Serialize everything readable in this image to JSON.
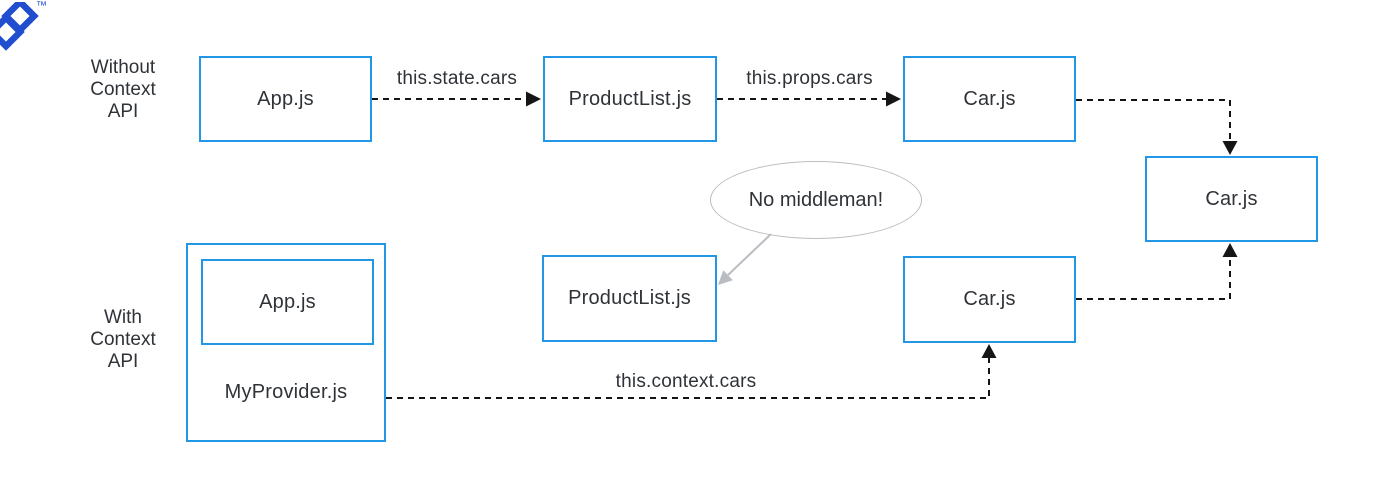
{
  "colors": {
    "box_border": "#2297e5",
    "arrow_black": "#151515",
    "text": "#2f3338",
    "callout_gray": "#b9bdc1",
    "logo_blue": "#204ecf"
  },
  "logo": {
    "trademark": "™"
  },
  "sections": {
    "without": {
      "label": "Without\nContext\nAPI"
    },
    "with": {
      "label": "With\nContext\nAPI"
    }
  },
  "nodes": {
    "app_top": "App.js",
    "productlist_top": "ProductList.js",
    "car_top": "Car.js",
    "car_right": "Car.js",
    "app_inner": "App.js",
    "myprovider": "MyProvider.js",
    "productlist_bottom": "ProductList.js",
    "car_bottom": "Car.js"
  },
  "edges": {
    "state": "this.state.cars",
    "props": "this.props.cars",
    "context": "this.context.cars"
  },
  "callout": {
    "text": "No middleman!"
  }
}
